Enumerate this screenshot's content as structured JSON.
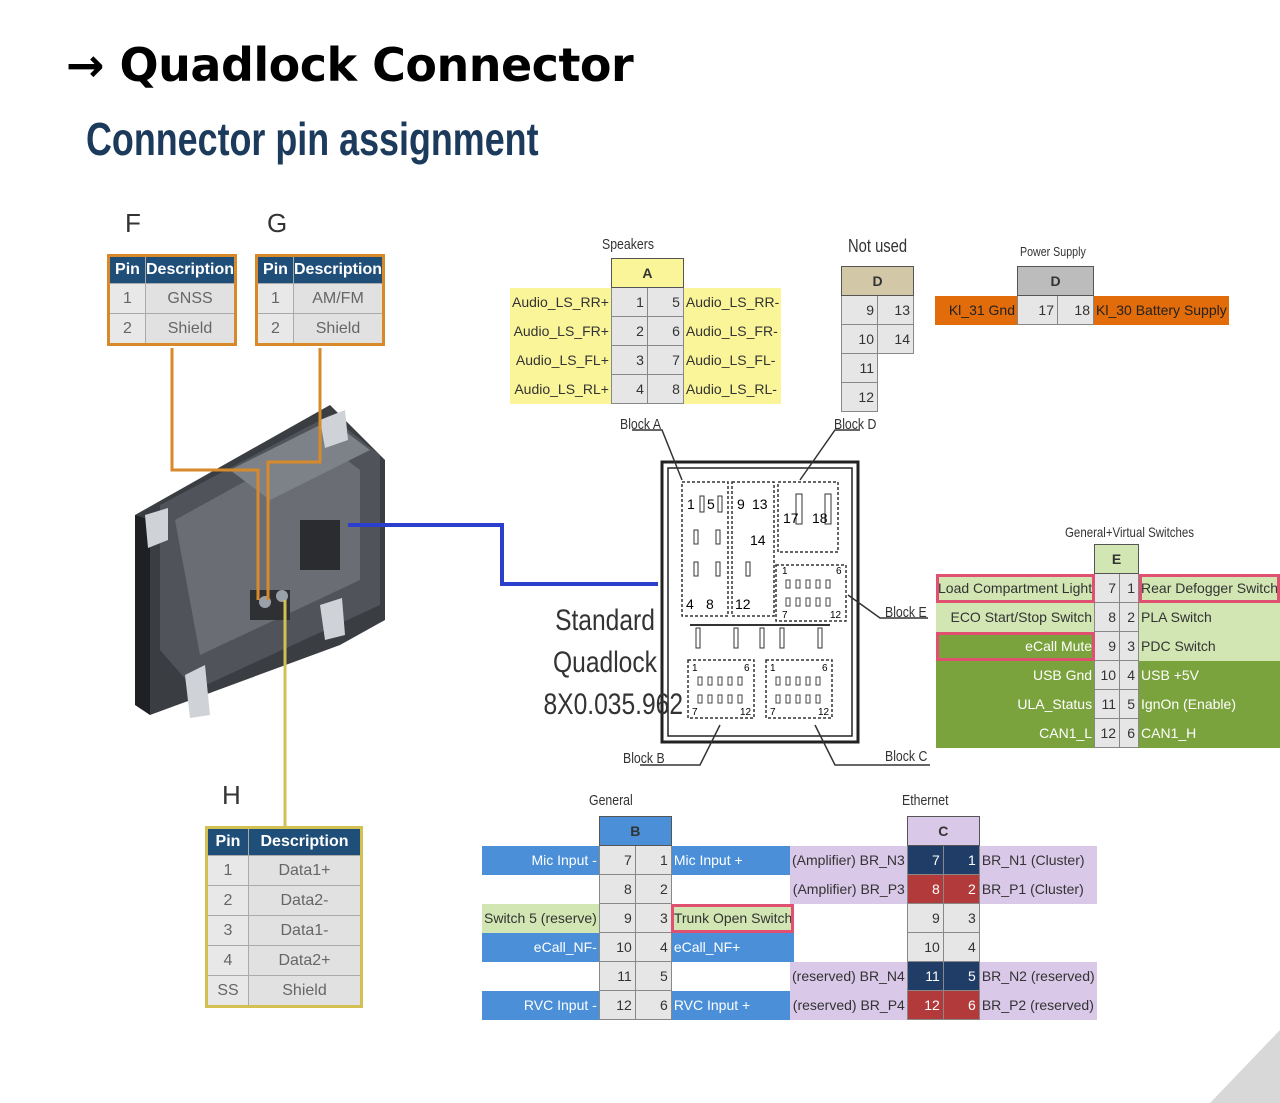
{
  "title": "→ Quadlock Connector",
  "subtitle": "Connector pin assignment",
  "group_labels": {
    "f": "F",
    "g": "G",
    "h": "H"
  },
  "table_f": {
    "headers": [
      "Pin",
      "Description"
    ],
    "rows": [
      [
        "1",
        "GNSS"
      ],
      [
        "2",
        "Shield"
      ]
    ]
  },
  "table_g": {
    "headers": [
      "Pin",
      "Description"
    ],
    "rows": [
      [
        "1",
        "AM/FM"
      ],
      [
        "2",
        "Shield"
      ]
    ]
  },
  "table_h": {
    "headers": [
      "Pin",
      "Description"
    ],
    "rows": [
      [
        "1",
        "Data1+"
      ],
      [
        "2",
        "Data2-"
      ],
      [
        "3",
        "Data1-"
      ],
      [
        "4",
        "Data2+"
      ],
      [
        "SS",
        "Shield"
      ]
    ]
  },
  "block_a": {
    "caption": "Speakers",
    "header": "A",
    "rows": [
      {
        "ln": "1",
        "lt": "Audio_LS_RR+",
        "rn": "5",
        "rt": "Audio_LS_RR-"
      },
      {
        "ln": "2",
        "lt": "Audio_LS_FR+",
        "rn": "6",
        "rt": "Audio_LS_FR-"
      },
      {
        "ln": "3",
        "lt": "Audio_LS_FL+",
        "rn": "7",
        "rt": "Audio_LS_FL-"
      },
      {
        "ln": "4",
        "lt": "Audio_LS_RL+",
        "rn": "8",
        "rt": "Audio_LS_RL-"
      }
    ]
  },
  "block_d_unused": {
    "caption": "Not used",
    "header": "D",
    "rows": [
      {
        "ln": "9",
        "rn": "13"
      },
      {
        "ln": "10",
        "rn": "14"
      },
      {
        "ln": "11",
        "rn": ""
      },
      {
        "ln": "12",
        "rn": ""
      }
    ]
  },
  "block_d_power": {
    "caption": "Power Supply",
    "header": "D",
    "rows": [
      {
        "ln": "17",
        "lt": "Kl_31 Gnd",
        "rn": "18",
        "rt": "Kl_30 Battery Supply"
      }
    ]
  },
  "block_e": {
    "caption": "General+Virtual Switches",
    "header": "E",
    "rows": [
      {
        "ln": "7",
        "lt": "Load Compartment Light",
        "rn": "1",
        "rt": "Rear Defogger Switch"
      },
      {
        "ln": "8",
        "lt": "ECO Start/Stop Switch",
        "rn": "2",
        "rt": "PLA Switch"
      },
      {
        "ln": "9",
        "lt": "eCall Mute",
        "rn": "3",
        "rt": "PDC Switch"
      },
      {
        "ln": "10",
        "lt": "USB Gnd",
        "rn": "4",
        "rt": "USB +5V"
      },
      {
        "ln": "11",
        "lt": "ULA_Status",
        "rn": "5",
        "rt": "IgnOn (Enable)"
      },
      {
        "ln": "12",
        "lt": "CAN1_L",
        "rn": "6",
        "rt": "CAN1_H"
      }
    ]
  },
  "block_b": {
    "caption": "General",
    "header": "B",
    "rows": [
      {
        "ln": "7",
        "lt": "Mic Input -",
        "rn": "1",
        "rt": "Mic Input +"
      },
      {
        "ln": "8",
        "lt": "",
        "rn": "2",
        "rt": ""
      },
      {
        "ln": "9",
        "lt": "Switch 5 (reserve)",
        "rn": "3",
        "rt": "Trunk Open Switch"
      },
      {
        "ln": "10",
        "lt": "eCall_NF-",
        "rn": "4",
        "rt": "eCall_NF+"
      },
      {
        "ln": "11",
        "lt": "",
        "rn": "5",
        "rt": ""
      },
      {
        "ln": "12",
        "lt": "RVC Input -",
        "rn": "6",
        "rt": "RVC Input +"
      }
    ]
  },
  "block_c": {
    "caption": "Ethernet",
    "header": "C",
    "rows": [
      {
        "ln": "7",
        "lt": "(Amplifier) BR_N3",
        "rn": "1",
        "rt": "BR_N1 (Cluster)"
      },
      {
        "ln": "8",
        "lt": "(Amplifier) BR_P3",
        "rn": "2",
        "rt": "BR_P1 (Cluster)"
      },
      {
        "ln": "9",
        "lt": "",
        "rn": "3",
        "rt": ""
      },
      {
        "ln": "10",
        "lt": "",
        "rn": "4",
        "rt": ""
      },
      {
        "ln": "11",
        "lt": "(reserved) BR_N4",
        "rn": "5",
        "rt": "BR_N2 (reserved)"
      },
      {
        "ln": "12",
        "lt": "(reserved) BR_P4",
        "rn": "6",
        "rt": "BR_P2 (reserved)"
      }
    ]
  },
  "connector": {
    "name_line1": "Standard",
    "name_line2": "Quadlock",
    "part_number": "8X0.035.962",
    "block_labels": {
      "a": "Block A",
      "b": "Block B",
      "c": "Block C",
      "d": "Block D",
      "e": "Block E"
    },
    "pin_numbers": {
      "a": [
        "1",
        "5",
        "4",
        "8"
      ],
      "d1": [
        "9",
        "13",
        "14",
        "12"
      ],
      "d2": [
        "17",
        "18"
      ],
      "e": [
        "1",
        "6",
        "7",
        "12"
      ],
      "b": [
        "1",
        "6",
        "7",
        "12"
      ],
      "c": [
        "1",
        "6",
        "7",
        "12"
      ]
    }
  },
  "colors": {
    "orange": "#d88a2a",
    "blue": "#2b3fcc",
    "yellow": "#d2c050",
    "header_navy": "#1f4e79"
  }
}
